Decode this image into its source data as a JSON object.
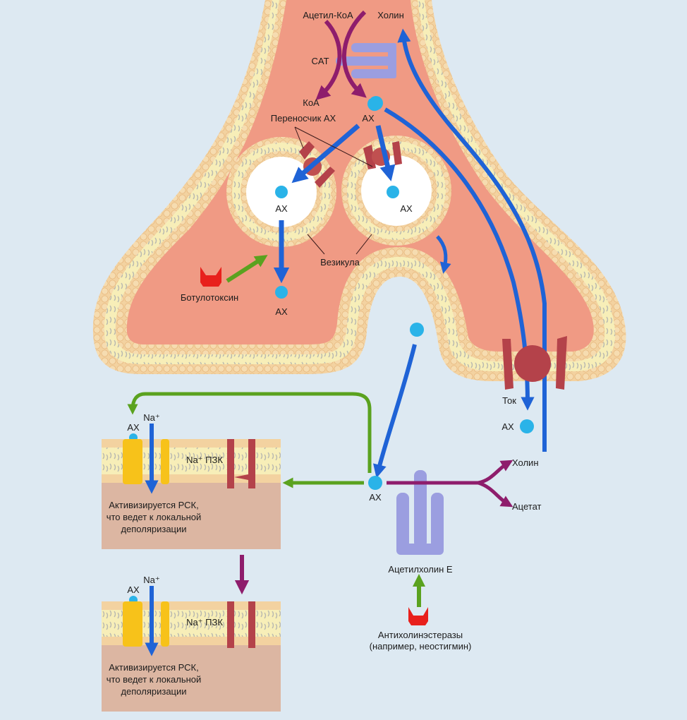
{
  "colors": {
    "background": "#dde9f2",
    "cytoplasm": "#f09a84",
    "membrane_outer": "#f3d2a0",
    "membrane_inner": "#f7eeb8",
    "vesicle_lumen": "#ffffff",
    "acetylcholine": "#2ab3e8",
    "transport_arrow": "#1f63d6",
    "enzyme_reaction_arrow": "#8e1d6c",
    "effect_arrow": "#5aa21f",
    "transporter": "#b4424a",
    "enzyme": "#9b9ee0",
    "toxin": "#e8201c",
    "receptor": "#f7c21a",
    "postsynaptic_cell": "#dcb6a2"
  },
  "presynaptic": {
    "acetyl_coa": "Ацетил-КоА",
    "choline_top": "Холин",
    "cat": "CAT",
    "coa": "КоА",
    "ach_cytoplasm": "АХ",
    "ach_transporter": "Переносчик АХ",
    "ach_vesicle_left": "АХ",
    "ach_vesicle_right": "АХ",
    "vesicle": "Везикула",
    "botulinum": "Ботулотоксин",
    "ach_released": "АХ"
  },
  "reuptake": {
    "current": "Ток",
    "ach": "АХ",
    "choline": "Холин"
  },
  "cleft": {
    "ach": "АХ",
    "choline": "Холин",
    "acetate": "Ацетат",
    "enzyme": "Ацетилхолин Е",
    "inhibitor_line1": "Антихолинэстеразы",
    "inhibitor_line2": "(например, неостигмин)"
  },
  "postsynaptic_panels": [
    {
      "na": "Na⁺",
      "ach": "АХ",
      "channel": "Na⁺ ПЗК",
      "text_line1": "Активизируется РСК,",
      "text_line2": "что ведет к локальной",
      "text_line3": "деполяризации"
    },
    {
      "na": "Na⁺",
      "ach": "АХ",
      "channel": "Na⁺ ПЗК",
      "text_line1": "Активизируется РСК,",
      "text_line2": "что ведет к локальной",
      "text_line3": "деполяризации"
    }
  ]
}
